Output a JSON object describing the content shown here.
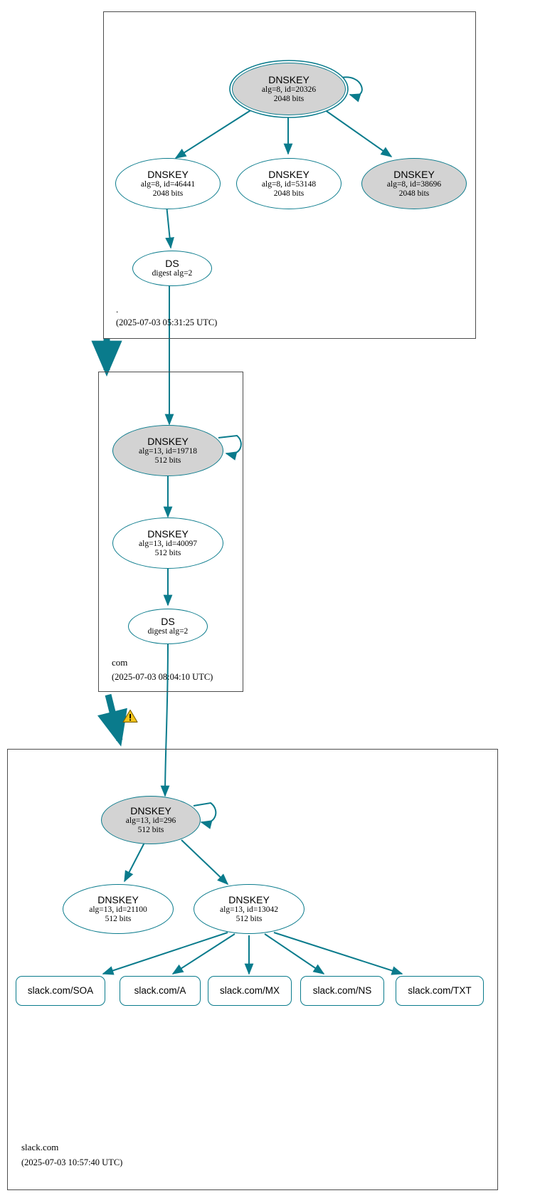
{
  "diagram": {
    "type": "dnssec-authentication-chain",
    "domain": "slack.com",
    "colors": {
      "edge": "#0a7b8c",
      "node_border": "#0a7b8c",
      "node_fill_secure": "#d3d3d3",
      "node_fill_plain": "#ffffff",
      "zone_border": "#4d4d4d",
      "warning": "#f5c518"
    }
  },
  "zones": [
    {
      "id": "root",
      "label": ".",
      "timestamp": "(2025-07-03 05:31:25 UTC)"
    },
    {
      "id": "com",
      "label": "com",
      "timestamp": "(2025-07-03 08:04:10 UTC)"
    },
    {
      "id": "slack_com",
      "label": "slack.com",
      "timestamp": "(2025-07-03 10:57:40 UTC)"
    }
  ],
  "nodes": {
    "root_ksk": {
      "title": "DNSKEY",
      "line2": "alg=8, id=20326",
      "line3": "2048 bits",
      "alg": 8,
      "key_id": 20326,
      "bits": 2048
    },
    "root_zsk_46441": {
      "title": "DNSKEY",
      "line2": "alg=8, id=46441",
      "line3": "2048 bits",
      "alg": 8,
      "key_id": 46441,
      "bits": 2048
    },
    "root_zsk_53148": {
      "title": "DNSKEY",
      "line2": "alg=8, id=53148",
      "line3": "2048 bits",
      "alg": 8,
      "key_id": 53148,
      "bits": 2048
    },
    "root_zsk_38696": {
      "title": "DNSKEY",
      "line2": "alg=8, id=38696",
      "line3": "2048 bits",
      "alg": 8,
      "key_id": 38696,
      "bits": 2048
    },
    "root_ds": {
      "title": "DS",
      "line2": "digest alg=2",
      "digest_alg": 2
    },
    "com_ksk": {
      "title": "DNSKEY",
      "line2": "alg=13, id=19718",
      "line3": "512 bits",
      "alg": 13,
      "key_id": 19718,
      "bits": 512
    },
    "com_zsk": {
      "title": "DNSKEY",
      "line2": "alg=13, id=40097",
      "line3": "512 bits",
      "alg": 13,
      "key_id": 40097,
      "bits": 512
    },
    "com_ds": {
      "title": "DS",
      "line2": "digest alg=2",
      "digest_alg": 2
    },
    "slack_ksk": {
      "title": "DNSKEY",
      "line2": "alg=13, id=296",
      "line3": "512 bits",
      "alg": 13,
      "key_id": 296,
      "bits": 512
    },
    "slack_key_21100": {
      "title": "DNSKEY",
      "line2": "alg=13, id=21100",
      "line3": "512 bits",
      "alg": 13,
      "key_id": 21100,
      "bits": 512
    },
    "slack_key_13042": {
      "title": "DNSKEY",
      "line2": "alg=13, id=13042",
      "line3": "512 bits",
      "alg": 13,
      "key_id": 13042,
      "bits": 512
    }
  },
  "rrsets": [
    {
      "id": "soa",
      "label": "slack.com/SOA"
    },
    {
      "id": "a",
      "label": "slack.com/A"
    },
    {
      "id": "mx",
      "label": "slack.com/MX"
    },
    {
      "id": "ns",
      "label": "slack.com/NS"
    },
    {
      "id": "txt",
      "label": "slack.com/TXT"
    }
  ],
  "icons": {
    "warning": "warning-triangle-icon",
    "warning_glyph": "!"
  }
}
